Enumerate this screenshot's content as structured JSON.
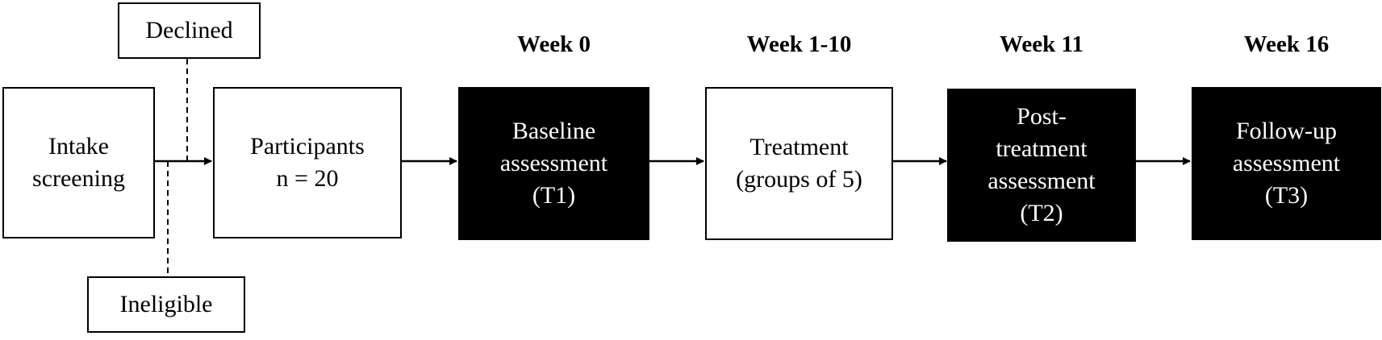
{
  "nodes": {
    "intake": "Intake\nscreening",
    "declined": "Declined",
    "ineligible": "Ineligible",
    "participants": "Participants\nn = 20",
    "baseline": "Baseline\nassessment\n(T1)",
    "treatment": "Treatment\n(groups of 5)",
    "post_treatment": "Post-\ntreatment\nassessment\n(T2)",
    "follow_up": "Follow-up\nassessment\n(T3)"
  },
  "weeks": {
    "baseline": "Week 0",
    "treatment": "Week 1-10",
    "post_treatment": "Week 11",
    "follow_up": "Week 16"
  },
  "colors": {
    "line": "#000000",
    "dark_box": "#000000",
    "light_box": "#ffffff"
  }
}
